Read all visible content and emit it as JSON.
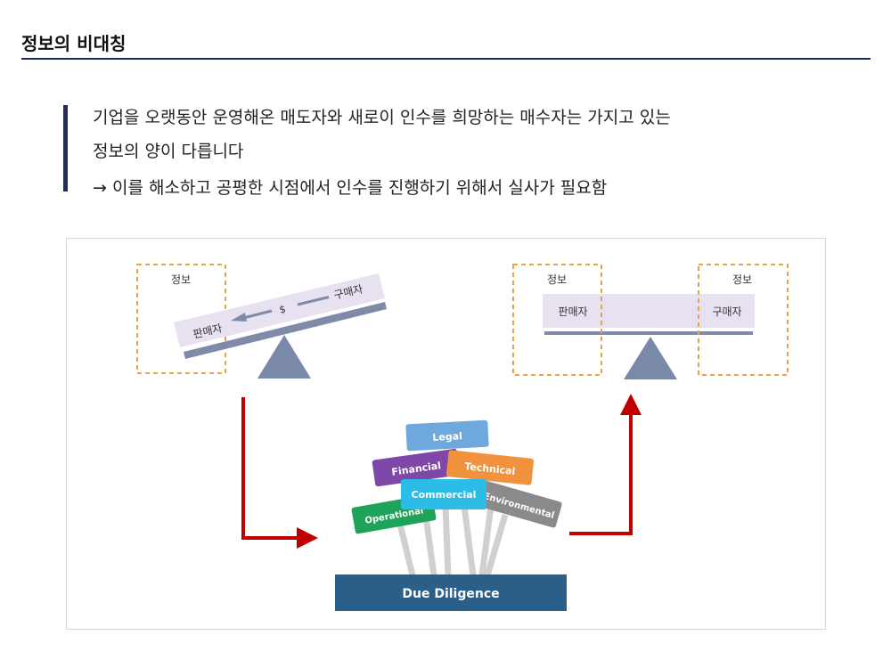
{
  "header": {
    "title": "정보의 비대칭"
  },
  "description": {
    "lines": [
      "기업을 오랫동안 운영해온 매도자와 새로이 인수를 희망하는 매수자는 가지고 있는",
      "정보의 양이 다릅니다",
      "→ 이를 해소하고 공평한 시점에서 인수를 진행하기 위해서 실사가 필요함"
    ]
  },
  "diagram": {
    "left_scale": {
      "info_label": "정보",
      "seller_label": "판매자",
      "buyer_label": "구매자",
      "money_symbol": "$"
    },
    "right_scale": {
      "seller_info_label": "정보",
      "buyer_info_label": "정보",
      "seller_label": "판매자",
      "buyer_label": "구매자"
    },
    "due_diligence": {
      "base_label": "Due Diligence",
      "signs": {
        "legal": "Legal",
        "financial": "Financial",
        "technical": "Technical",
        "commercial": "Commercial",
        "environmental": "Environmental",
        "operational": "Operational"
      }
    },
    "colors": {
      "accent_navy": "#1f2d5c",
      "dashed_box": "#e3a44a",
      "beam": "#7e8aa8",
      "fulcrum": "#7b89a8",
      "label_band": "#e8e2f0",
      "arrow": "#c00000",
      "base": "#2a5f8a",
      "legal": "#6fa8dc",
      "financial": "#7f47a8",
      "technical": "#f0923e",
      "commercial": "#2bbde8",
      "environmental": "#8a8a8a",
      "operational": "#1fa35a"
    }
  }
}
